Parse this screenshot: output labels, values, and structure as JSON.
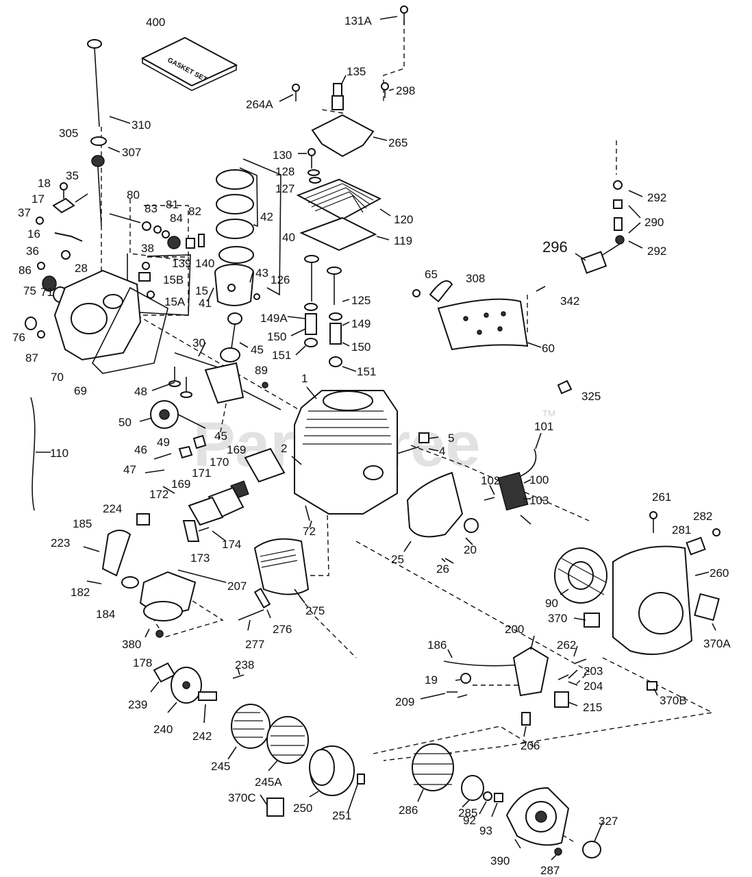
{
  "watermark": {
    "text": "PartsTree",
    "tm": "TM"
  },
  "gasket_box_text": "GASKET SET",
  "labels": {
    "l400": "400",
    "l131A": "131A",
    "l135": "135",
    "l264A": "264A",
    "l298": "298",
    "l310": "310",
    "l305": "305",
    "l307": "307",
    "l265": "265",
    "l130": "130",
    "l128": "128",
    "l127": "127",
    "l120": "120",
    "l119": "119",
    "l42": "42",
    "l40": "40",
    "l292a": "292",
    "l290": "290",
    "l292b": "292",
    "l296": "296",
    "l18": "18",
    "l35": "35",
    "l17": "17",
    "l37": "37",
    "l16": "16",
    "l36": "36",
    "l28": "28",
    "l80": "80",
    "l83": "83",
    "l81": "81",
    "l84": "84",
    "l82": "82",
    "l38": "38",
    "l139": "139",
    "l140": "140",
    "l15B": "15B",
    "l15": "15",
    "l15A": "15A",
    "l43": "43",
    "l126": "126",
    "l125": "125",
    "l65": "65",
    "l308": "308",
    "l342": "342",
    "l86": "86",
    "l75": "75",
    "l71": "71",
    "l76": "76",
    "l87": "87",
    "l70": "70",
    "l69": "69",
    "l41": "41",
    "l30": "30",
    "l45a": "45",
    "l149A": "149A",
    "l149": "149",
    "l150a": "150",
    "l150b": "150",
    "l151a": "151",
    "l151b": "151",
    "l60": "60",
    "l89": "89",
    "l1": "1",
    "l48": "48",
    "l325": "325",
    "l50": "50",
    "l110": "110",
    "l49": "49",
    "l45b": "45",
    "l5": "5",
    "l4": "4",
    "l101": "101",
    "l46": "46",
    "l169a": "169",
    "l2": "2",
    "l47": "47",
    "l170": "170",
    "l171": "171",
    "l100": "100",
    "l102": "102",
    "l103": "103",
    "l172": "172",
    "l169b": "169",
    "l224": "224",
    "l261": "261",
    "l282": "282",
    "l185": "185",
    "l174": "174",
    "l72": "72",
    "l281": "281",
    "l223": "223",
    "l173": "173",
    "l25": "25",
    "l20": "20",
    "l26": "26",
    "l260": "260",
    "l182": "182",
    "l207": "207",
    "l184": "184",
    "l275": "275",
    "l90": "90",
    "l370": "370",
    "l370A": "370A",
    "l200": "200",
    "l380": "380",
    "l276": "276",
    "l186": "186",
    "l262": "262",
    "l277": "277",
    "l178": "178",
    "l238": "238",
    "l203": "203",
    "l19": "19",
    "l204": "204",
    "l370B": "370B",
    "l209": "209",
    "l215": "215",
    "l239": "239",
    "l240": "240",
    "l242": "242",
    "l206": "206",
    "l245": "245",
    "l245A": "245A",
    "l370C": "370C",
    "l250": "250",
    "l251": "251",
    "l286": "286",
    "l285": "285",
    "l92": "92",
    "l93": "93",
    "l327": "327",
    "l390": "390",
    "l287": "287"
  }
}
